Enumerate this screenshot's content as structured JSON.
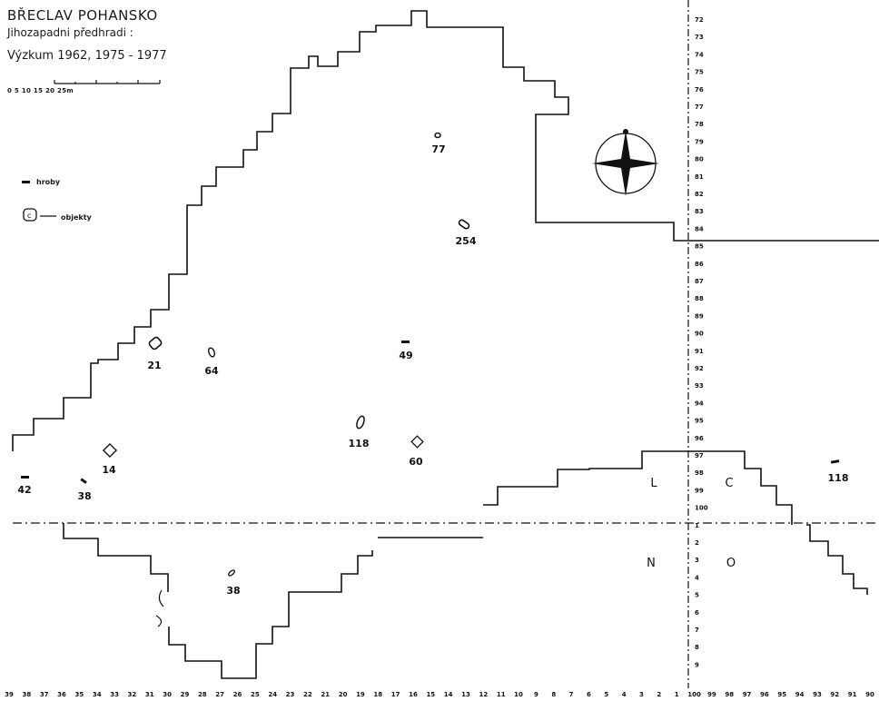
{
  "header": {
    "title": "BŘECLAV POHANSKO",
    "subtitle": "Jihozapadni předhradi :",
    "research": "Výzkum 1962, 1975 - 1977",
    "scale_label": "0   5  10  15  20  25m"
  },
  "legend": {
    "graves": "hroby",
    "objects": "objekty",
    "object_symbol": "c"
  },
  "features": [
    {
      "label": "77",
      "kind": "grave"
    },
    {
      "label": "254",
      "kind": "object"
    },
    {
      "label": "49",
      "kind": "grave"
    },
    {
      "label": "21",
      "kind": "object"
    },
    {
      "label": "64",
      "kind": "object"
    },
    {
      "label": "118",
      "kind": "object"
    },
    {
      "label": "60",
      "kind": "object"
    },
    {
      "label": "14",
      "kind": "object"
    },
    {
      "label": "42",
      "kind": "grave"
    },
    {
      "label": "38",
      "kind": "grave"
    },
    {
      "label": "38",
      "kind": "object"
    },
    {
      "label": "118",
      "kind": "grave"
    }
  ],
  "quadrants": [
    "L",
    "C",
    "N",
    "O"
  ],
  "grid": {
    "vertical_numbers": [
      "72",
      "73",
      "74",
      "75",
      "76",
      "77",
      "78",
      "79",
      "80",
      "81",
      "82",
      "83",
      "84",
      "85",
      "86",
      "87",
      "88",
      "89",
      "90",
      "91",
      "92",
      "93",
      "94",
      "95",
      "96",
      "97",
      "98",
      "99",
      "100",
      "1",
      "2",
      "3",
      "4",
      "5",
      "6",
      "7",
      "8",
      "9"
    ],
    "bottom_numbers": [
      "39",
      "38",
      "37",
      "36",
      "35",
      "34",
      "33",
      "32",
      "31",
      "30",
      "29",
      "28",
      "27",
      "26",
      "25",
      "24",
      "23",
      "22",
      "21",
      "20",
      "19",
      "18",
      "17",
      "16",
      "15",
      "14",
      "13",
      "12",
      "11",
      "10",
      "9",
      "8",
      "7",
      "6",
      "5",
      "4",
      "3",
      "2",
      "1",
      "100",
      "99",
      "98",
      "97",
      "96",
      "95",
      "94",
      "93",
      "92",
      "91",
      "90"
    ]
  },
  "colors": {
    "ink": "#111111",
    "paper": "#ffffff"
  },
  "icons": {
    "north_arrow": "compass-rose-icon"
  }
}
